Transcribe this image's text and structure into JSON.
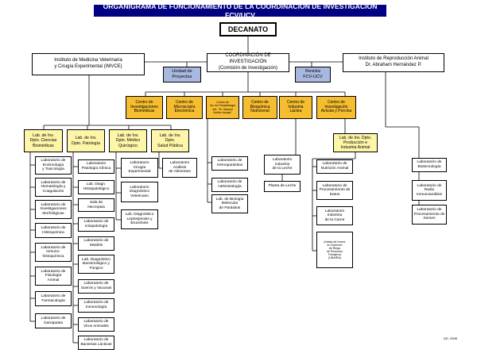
{
  "title": "ORGANIGRAMA DE FUNCIONAMIENTO DE LA COORDINACIÓN DE INVESTIGACIÓN FCV/UCV",
  "decanato": "DECANATO",
  "imvce": "Instituto de Medicina Veterinaria\ny Cirugía Experimental (IMVCE)",
  "coordinacion": "COORDINACIÓN DE INVESTIGACIÓN\n(Comisión de Investigación)",
  "repro": "Instituto de Reproducción Animal\nDr. Abraham Hernández P.",
  "unidad_proyectos": "Unidad de\nProyectos",
  "revista": "Revista\nFCV-UCV",
  "centros": [
    "Centro de\nInvestigaciones\nBiomédicas",
    "Centro de\nMicroscopía\nElectrónica",
    "Centro de\nInv. de Parasitología\nVet. \"Dr. Manuel\nNúñez Asuaje\"",
    "Centro de\nBioquímica\nNutricional",
    "Centro de\nIndustria\nLáctea",
    "Centro de\nInvestigación\nAvícola y Porcina"
  ],
  "labs": [
    "Lab. de Inv.\nDpto. Ciencias\nBiomédicas",
    "Lab. de Inv.\nDpto. Patología",
    "Lab. de Inv.\nDpto. Médico\nQuirúrgico",
    "Lab. de Inv.\nDpto.\nSalud Pública",
    "Lab. de Inv. Dpto.\nProducción e\nIndustria Animal"
  ],
  "col_biomedicas": [
    "Laboratorio de\nEnzimología\ny Toxicología",
    "Laboratorio de\nHematología y\nCoagulación",
    "Laboratorio de\nInvestigaciones\nMorfológicas",
    "Laboratorio de\nHistoquímica",
    "Laboratorio de\nInmuno-\nhistoquímica",
    "Laboratorio de\nFisiología\nAnimal",
    "Laboratorio de\nFarmacología",
    "Laboratorio de\nGarrapatas"
  ],
  "col_patologia": [
    "Laboratorio\nPatología Clínica",
    "Lab. Diagn.\nHistopatológico",
    "Sala de\nNecropsia",
    "Laboratorio de\nIctiopatología",
    "Laboratorio de\nMastitis",
    "Lab. Diagnóstico\nBacteriológico y\nFúngico",
    "Laboratorio de\nSueros y Vacunas",
    "Laboratorio de\nInmunología",
    "Laboratorio de\nVirus Animales",
    "Laboratorio de\nBacterias Lácticas"
  ],
  "col_quirurgico": [
    "Laboratorio\nCirugía\nExperimental",
    "Laboratorio\nDiagnóstico\nVeterinario",
    "Lab. Diagnóstico\nLeptospirosis y\nBrucelosis"
  ],
  "col_salud": [
    "Laboratorio\nAnálisis\nde Alimentos"
  ],
  "col_parasitologia": [
    "Laboratorio de\nHemoparásitos",
    "Laboratorio de\nHelmintología",
    "Lab. de Biología\nMolecular\nde Parásitos"
  ],
  "col_lactea": [
    "Laboratorio\nIndustria\nde la Leche",
    "Planta de Leche"
  ],
  "col_produccion": [
    "Laboratorio de\nNutrición Animal",
    "Laboratorio de\nProcesamiento de\nDatos",
    "Laboratorio\nIndustria\nde la Carne",
    "Unidad de Invest.\nen Nutrición\nde Riego\nde Recursos\nForrajeros\n(UNAIRA)"
  ],
  "col_repro": [
    "Laboratorio de\nBiotecnología",
    "Laboratorio de\nRadio\nInmunoanálisis",
    "Laboratorio de\nProcesamiento de\nSemen"
  ],
  "stamp": "DD. 2008"
}
